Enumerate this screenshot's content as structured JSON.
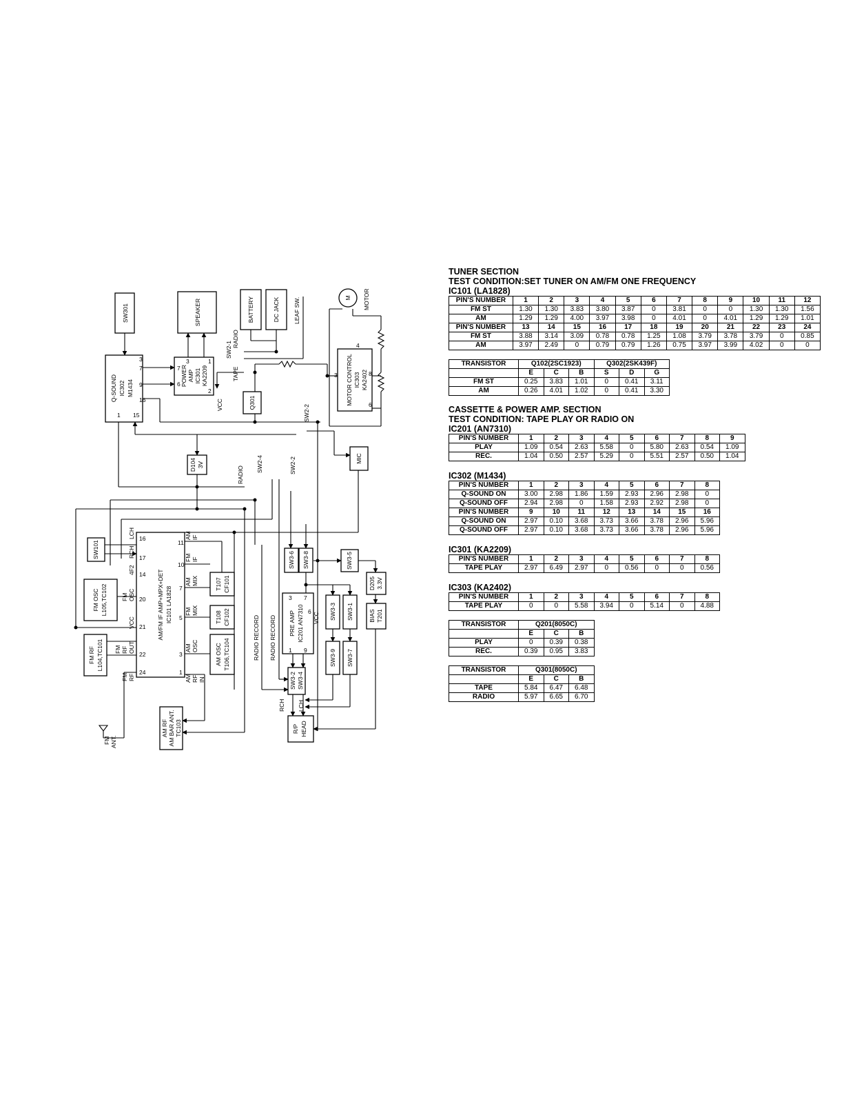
{
  "diagram": {
    "blocks": {
      "sw301": "SW301",
      "speaker": "SPEAKER",
      "battery": "BATTERY",
      "dc_jack": "DC JACK",
      "leaf_sw": "LEAF SW.",
      "motor_sym": "M",
      "motor": "MOTOR",
      "qsound": [
        "Q-SOUND",
        "IC302",
        "M1434"
      ],
      "power_amp": [
        "POWER",
        "AMP",
        "IC301",
        "KA2209"
      ],
      "motor_control": [
        "MOTOR CONTROL",
        "IC303",
        "KA2402"
      ],
      "q301": "Q301",
      "d104": [
        "D104",
        "3V"
      ],
      "mic": "MIC",
      "sw101": "SW101",
      "fm_osc": [
        "FM OSC",
        "L105,TC102"
      ],
      "fm_rf": [
        "FM RF",
        "L104,TC101"
      ],
      "ic101": [
        "AM/FM IF AMP+MPX+DET",
        "IC101 LA1828"
      ],
      "t107": [
        "T107",
        "CF101"
      ],
      "t108": [
        "T108",
        "CF102"
      ],
      "am_osc": [
        "AM OSC",
        "T106,TC104"
      ],
      "am_rf": [
        "AM RF",
        "AM BAR ANT.",
        "TC103"
      ],
      "sw3_6": "SW3-6",
      "sw3_8": "SW3-8",
      "sw3_5": "SW3-5",
      "d205": [
        "D205",
        "3.3V"
      ],
      "pre_amp": [
        "PRE AMP",
        "IC201 AN7310"
      ],
      "sw3_3": "SW3-3",
      "sw3_1": "SW3-1",
      "bias": [
        "BIAS",
        "T201"
      ],
      "sw3_9": "SW3-9",
      "sw3_7": "SW3-7",
      "sw3_24": [
        "SW3-2",
        "SW3-4"
      ],
      "rp_head": [
        "R/P",
        "HEAD"
      ]
    },
    "labels": {
      "radio": "RADIO",
      "tape": "TAPE",
      "sw2_1": "SW2-1",
      "sw2_2": "SW2-2",
      "sw2_4": "SW2-4",
      "vcc": "VCC",
      "lch": "LCH",
      "rch": "RCH",
      "fm_ant": [
        "FM",
        "ANT."
      ],
      "radio_record": "RADIO RECORD",
      "am_if": [
        "AM",
        "IF"
      ],
      "fm_if": [
        "FM",
        "IF"
      ],
      "am_mix": [
        "AM",
        "MIX"
      ],
      "fm_mix": [
        "FM",
        "MIX"
      ],
      "am_osc_pin": [
        "AM",
        "OSC"
      ],
      "am_rf_in": [
        "AM",
        "RF",
        "IN"
      ],
      "fm_osc_pin": [
        "FM",
        "OSC"
      ],
      "fm_rf_out": [
        "FM",
        "RF",
        "OUT"
      ],
      "fm_rf_pin": [
        "FM",
        "RF"
      ],
      "p4f2": "4F2"
    },
    "pins": {
      "qsound": [
        "3",
        "7",
        "9",
        "16",
        "15",
        "1"
      ],
      "power_amp": [
        "7",
        "6",
        "3",
        "1",
        "2"
      ],
      "motor_control": [
        "4",
        "3",
        "8",
        "6"
      ],
      "ic101": [
        "16",
        "17",
        "14",
        "20",
        "21",
        "22",
        "24",
        "11",
        "10",
        "7",
        "5",
        "3",
        "1"
      ],
      "pre_amp": [
        "3",
        "7",
        "6",
        "1",
        "9"
      ]
    }
  },
  "tables": {
    "tuner_title": "TUNER SECTION",
    "tuner_cond": "TEST CONDITION:SET TUNER ON AM/FM ONE FREQUENCY",
    "ic101_title": "IC101 (LA1828)",
    "ic101": {
      "rows": [
        [
          "PIN'S NUMBER",
          "1",
          "2",
          "3",
          "4",
          "5",
          "6",
          "7",
          "8",
          "9",
          "10",
          "11",
          "12"
        ],
        [
          "FM ST",
          "1.30",
          "1.30",
          "3.83",
          "3.80",
          "3.87",
          "0",
          "3.81",
          "0",
          "0",
          "1.30",
          "1.30",
          "1.56"
        ],
        [
          "AM",
          "1.29",
          "1.29",
          "4.00",
          "3.97",
          "3.98",
          "0",
          "4.01",
          "0",
          "4.01",
          "1.29",
          "1.29",
          "1.01"
        ],
        [
          "PIN'S NUMBER",
          "13",
          "14",
          "15",
          "16",
          "17",
          "18",
          "19",
          "20",
          "21",
          "22",
          "23",
          "24"
        ],
        [
          "FM ST",
          "3.88",
          "3.14",
          "3.09",
          "0.78",
          "0.78",
          "1.25",
          "1.08",
          "3.79",
          "3.78",
          "3.79",
          "0",
          "0.85"
        ],
        [
          "AM",
          "3.97",
          "2.49",
          "0",
          "0.79",
          "0.79",
          "1.26",
          "0.75",
          "3.97",
          "3.99",
          "4.02",
          "0",
          "0"
        ]
      ]
    },
    "tr1": {
      "header": [
        "TRANSISTOR",
        "Q102(2SC1923)",
        "Q302(2SK439F)"
      ],
      "sub": [
        "",
        "E",
        "C",
        "B",
        "S",
        "D",
        "G"
      ],
      "rows": [
        [
          "FM ST",
          "0.25",
          "3.83",
          "1.01",
          "0",
          "0.41",
          "3.11"
        ],
        [
          "AM",
          "0.26",
          "4.01",
          "1.02",
          "0",
          "0.41",
          "3.30"
        ]
      ]
    },
    "cassette_title": "CASSETTE & POWER AMP. SECTION",
    "cassette_cond": "TEST CONDITION: TAPE PLAY OR RADIO ON",
    "ic201_title": "IC201 (AN7310)",
    "ic201": {
      "rows": [
        [
          "PIN'S NUMBER",
          "1",
          "2",
          "3",
          "4",
          "5",
          "6",
          "7",
          "8",
          "9"
        ],
        [
          "PLAY",
          "1.09",
          "0.54",
          "2.63",
          "5.58",
          "0",
          "5.80",
          "2.63",
          "0.54",
          "1.09"
        ],
        [
          "REC.",
          "1.04",
          "0.50",
          "2.57",
          "5.29",
          "0",
          "5.51",
          "2.57",
          "0.50",
          "1.04"
        ]
      ]
    },
    "ic302_title": "IC302 (M1434)",
    "ic302": {
      "rows": [
        [
          "PIN'S NUMBER",
          "1",
          "2",
          "3",
          "4",
          "5",
          "6",
          "7",
          "8"
        ],
        [
          "Q-SOUND ON",
          "3.00",
          "2.98",
          "1.86",
          "1.59",
          "2.93",
          "2.96",
          "2.98",
          "0"
        ],
        [
          "Q-SOUND OFF",
          "2.94",
          "2.98",
          "0",
          "1.58",
          "2.93",
          "2.92",
          "2.98",
          "0"
        ],
        [
          "PIN'S NUMBER",
          "9",
          "10",
          "11",
          "12",
          "13",
          "14",
          "15",
          "16"
        ],
        [
          "Q-SOUND ON",
          "2.97",
          "0.10",
          "3.68",
          "3.73",
          "3.66",
          "3.78",
          "2.96",
          "5.96"
        ],
        [
          "Q-SOUND OFF",
          "2.97",
          "0.10",
          "3.68",
          "3.73",
          "3.66",
          "3.78",
          "2.96",
          "5.96"
        ]
      ]
    },
    "ic301_title": "IC301 (KA2209)",
    "ic301": {
      "rows": [
        [
          "PIN'S NUMBER",
          "1",
          "2",
          "3",
          "4",
          "5",
          "6",
          "7",
          "8"
        ],
        [
          "TAPE PLAY",
          "2.97",
          "6.49",
          "2.97",
          "0",
          "0.56",
          "0",
          "0",
          "0.56"
        ]
      ]
    },
    "ic303_title": "IC303 (KA2402)",
    "ic303": {
      "rows": [
        [
          "PIN'S NUMBER",
          "1",
          "2",
          "3",
          "4",
          "5",
          "6",
          "7",
          "8"
        ],
        [
          "TAPE PLAY",
          "0",
          "0",
          "5.58",
          "3.94",
          "0",
          "5.14",
          "0",
          "4.88"
        ]
      ]
    },
    "tr2": {
      "header": [
        "TRANSISTOR",
        "Q201(8050C)"
      ],
      "sub": [
        "",
        "E",
        "C",
        "B"
      ],
      "rows": [
        [
          "PLAY",
          "0",
          "0.39",
          "0.38"
        ],
        [
          "REC.",
          "0.39",
          "0.95",
          "3.83"
        ]
      ]
    },
    "tr3": {
      "header": [
        "TRANSISTOR",
        "Q301(8050C)"
      ],
      "sub": [
        "",
        "E",
        "C",
        "B"
      ],
      "rows": [
        [
          "TAPE",
          "5.84",
          "6.47",
          "6.48"
        ],
        [
          "RADIO",
          "5.97",
          "6.65",
          "6.70"
        ]
      ]
    }
  }
}
